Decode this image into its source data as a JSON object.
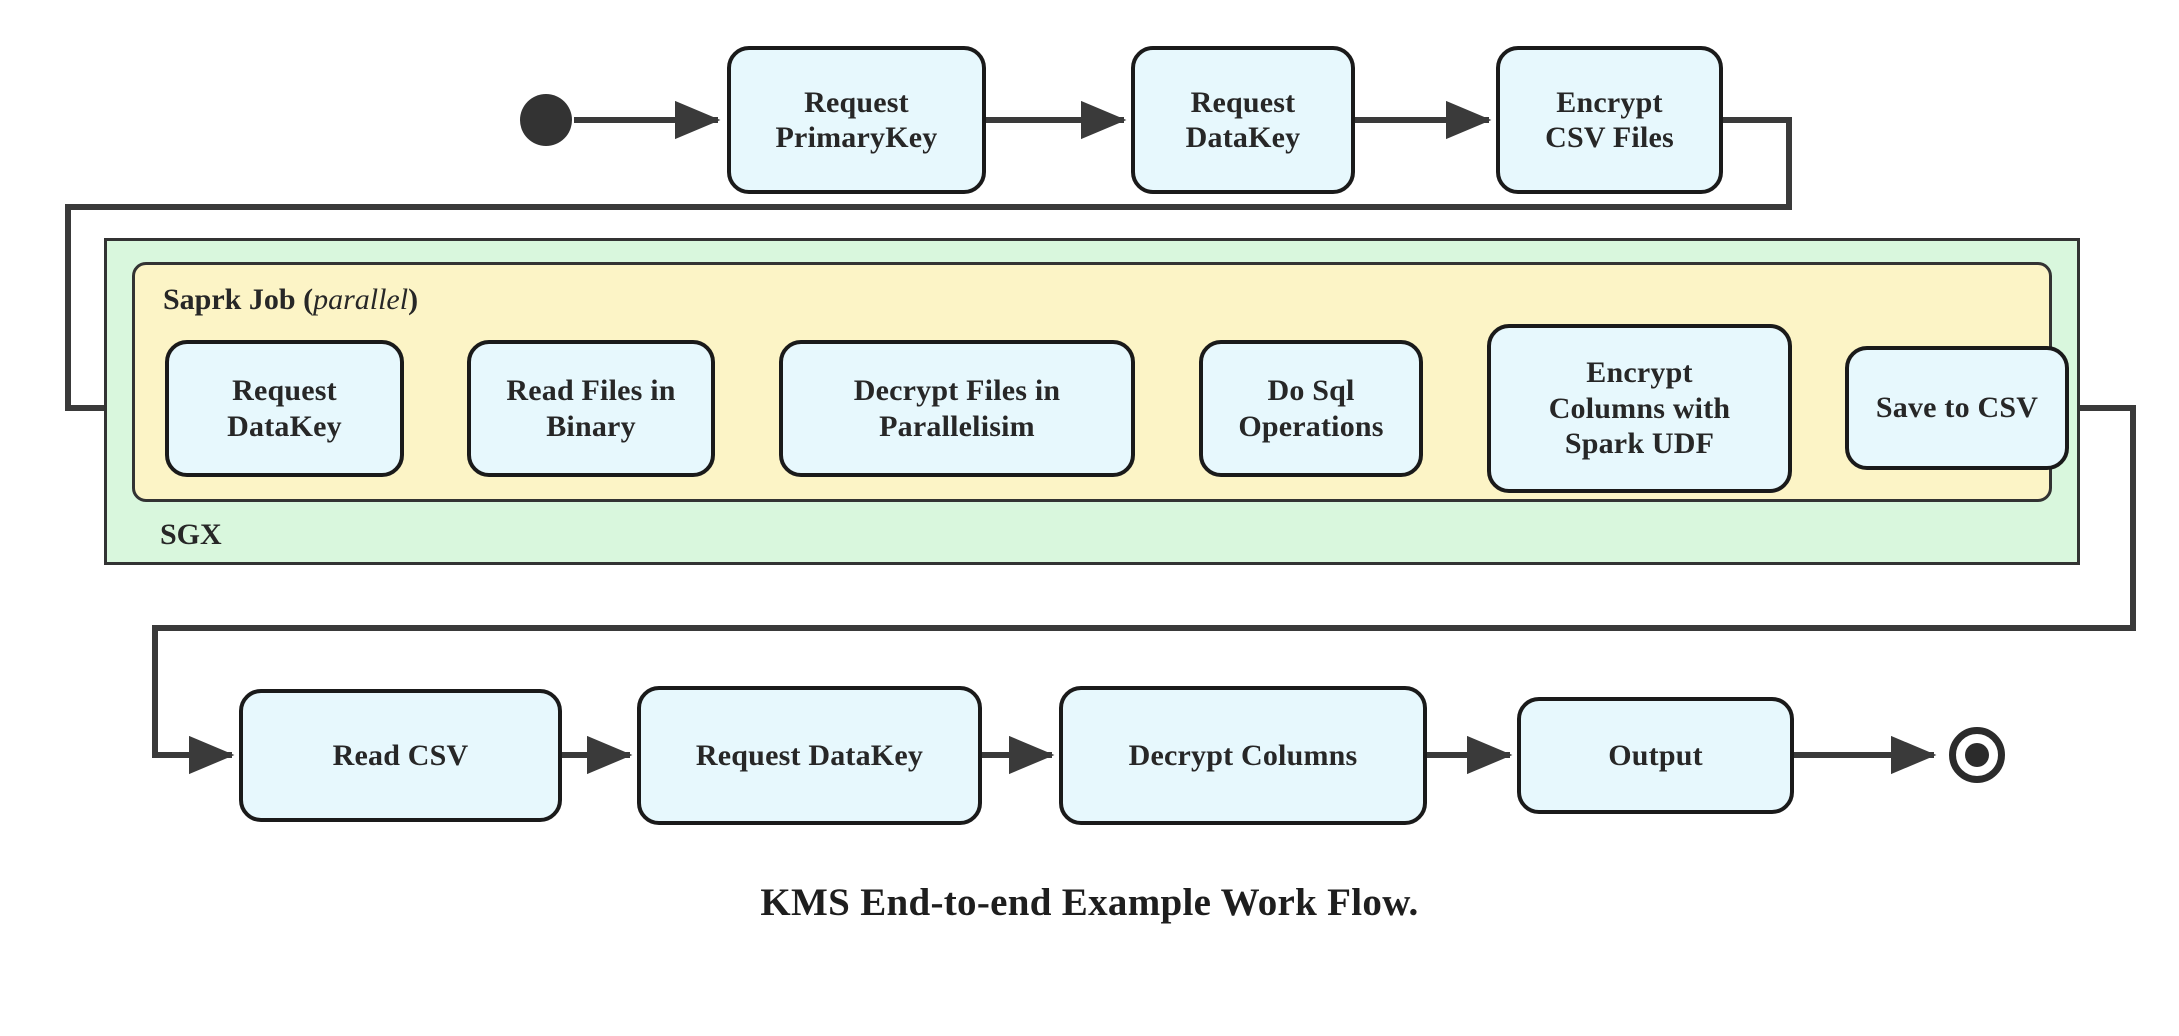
{
  "diagram": {
    "caption": "KMS End-to-end Example Work Flow.",
    "colors": {
      "node_fill": "#e7f8fd",
      "node_stroke": "#1a1a1a",
      "sgx_fill": "#d9f7dd",
      "spark_fill": "#fcf4c6",
      "wire": "#3a3a3a",
      "text": "#272727"
    },
    "start_node": {
      "name": "start",
      "shape": "filled-circle"
    },
    "end_node": {
      "name": "end",
      "shape": "bullseye-circle"
    },
    "containers": [
      {
        "id": "sgx",
        "label": "SGX",
        "label_position": "bottom-left"
      },
      {
        "id": "spark",
        "label_main": "Saprk Job",
        "label_italic": "parallel",
        "label_open": "(",
        "label_close": ")",
        "label_position": "top-left"
      }
    ],
    "rows": {
      "top": {
        "nodes": [
          {
            "id": "request-primarykey",
            "lines": [
              "Request",
              "PrimaryKey"
            ]
          },
          {
            "id": "request-datakey-top",
            "lines": [
              "Request",
              "DataKey"
            ]
          },
          {
            "id": "encrypt-csv-files",
            "lines": [
              "Encrypt",
              "CSV Files"
            ]
          }
        ]
      },
      "spark": {
        "nodes": [
          {
            "id": "request-datakey-spark",
            "lines": [
              "Request",
              "DataKey"
            ]
          },
          {
            "id": "read-files-in-binary",
            "lines": [
              "Read Files in",
              "Binary"
            ]
          },
          {
            "id": "decrypt-files-in-parallelisim",
            "lines": [
              "Decrypt Files in",
              "Parallelisim"
            ]
          },
          {
            "id": "do-sql-operations",
            "lines": [
              "Do Sql",
              "Operations"
            ]
          },
          {
            "id": "encrypt-columns-with-spark-udf",
            "lines": [
              "Encrypt",
              "Columns with",
              "Spark UDF"
            ]
          },
          {
            "id": "save-to-csv",
            "lines": [
              "Save to CSV"
            ]
          }
        ]
      },
      "bottom": {
        "nodes": [
          {
            "id": "read-csv",
            "lines": [
              "Read CSV"
            ]
          },
          {
            "id": "request-datakey-bottom",
            "lines": [
              "Request DataKey"
            ]
          },
          {
            "id": "decrypt-columns",
            "lines": [
              "Decrypt Columns"
            ]
          },
          {
            "id": "output",
            "lines": [
              "Output"
            ]
          }
        ]
      }
    }
  }
}
